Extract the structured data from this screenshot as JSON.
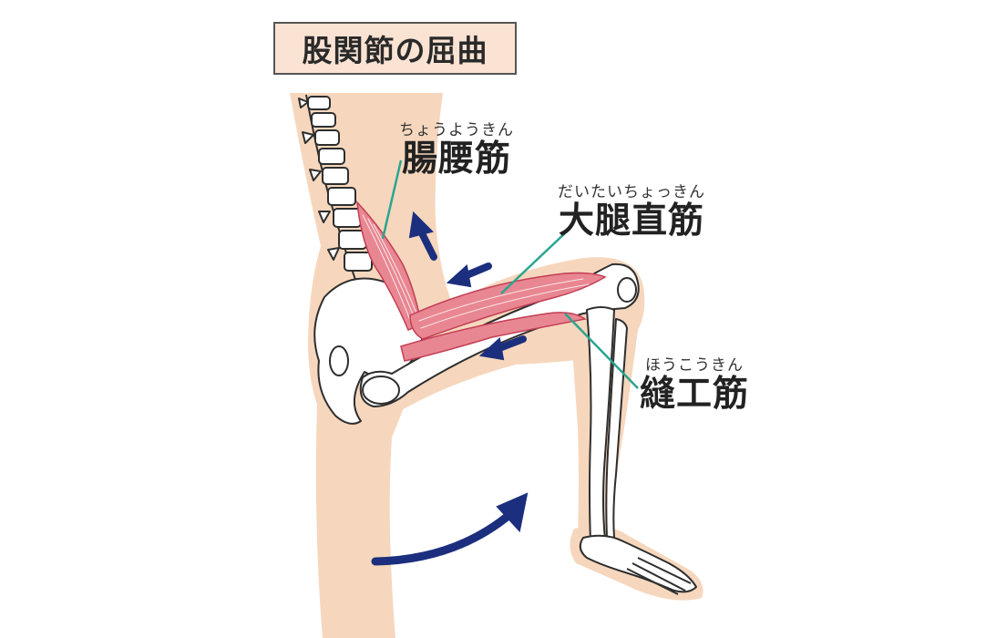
{
  "title": "股関節の屈曲",
  "labels": {
    "iliopsoas": {
      "ruby": "ちょうようきん",
      "name": "腸腰筋"
    },
    "rectus_femoris": {
      "ruby": "だいたいちょっきん",
      "name": "大腿直筋"
    },
    "sartorius": {
      "ruby": "ほうこうきん",
      "name": "縫工筋"
    }
  },
  "colors": {
    "skin": "#f6d7bd",
    "skin_edge": "#e9b994",
    "bone": "#ffffff",
    "bone_outline": "#2e2e2e",
    "muscle": "#e88792",
    "muscle_line": "#c33e55",
    "arrow": "#1c2f7e",
    "leader_line": "#2aa58f",
    "title_bg": "#fbe3d3"
  }
}
